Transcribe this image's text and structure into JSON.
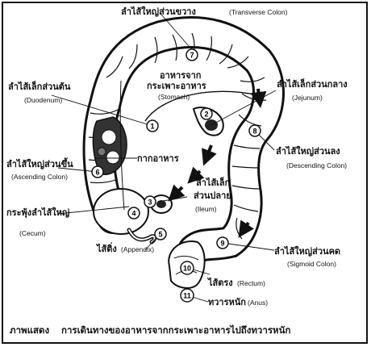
{
  "caption": {
    "prefix": "ภาพแสดง",
    "text": "การเดินทางของอาหารจากกระเพาะอาหารไปถึงทวารหนัก"
  },
  "labels": {
    "transverse_th": "ลำไส้ใหญ่ส่วนขวาง",
    "transverse_en": "(Transverse Colon)",
    "stomach_th_1": "อาหารจาก",
    "stomach_th_2": "กระเพาะอาหาร",
    "stomach_en": "(Stomach)",
    "duodenum_th": "ลำไส้เล็กส่วนต้น",
    "duodenum_en": "(Duodenum)",
    "jejunum_th": "ลำไส้เล็กส่วนกลาง",
    "jejunum_en": "(Jejunum)",
    "waste_th": "กากอาหาร",
    "descending_th": "ลำไส้ใหญ่ส่วนลง",
    "descending_en": "(Descending Colon)",
    "ascending_th": "ลำไส้ใหญ่ส่วนขึ้น",
    "ascending_en": "(Ascending Colon)",
    "ileum_th_1": "ลำไส้เล็ก",
    "ileum_th_2": "ส่วนปลาย",
    "ileum_en": "(Ileum)",
    "cecum_th": "กระพุ้งลำไส้ใหญ่",
    "cecum_en": "(Cecum)",
    "appendix_th": "ไส้ติ่ง",
    "appendix_en": "(Appendix)",
    "sigmoid_th": "ลำไส้ใหญ่ส่วนคด",
    "sigmoid_en": "(Sigmoid Colon)",
    "rectum_th": "ไส้ตรง",
    "rectum_en": "(Rectum)",
    "anus_th": "ทวารหนัก",
    "anus_en": "(Anus)"
  },
  "markers": [
    "1",
    "2",
    "3",
    "4",
    "5",
    "6",
    "7",
    "8",
    "9",
    "10",
    "11"
  ],
  "colors": {
    "ink": "#111111",
    "paper": "#ffffff"
  }
}
